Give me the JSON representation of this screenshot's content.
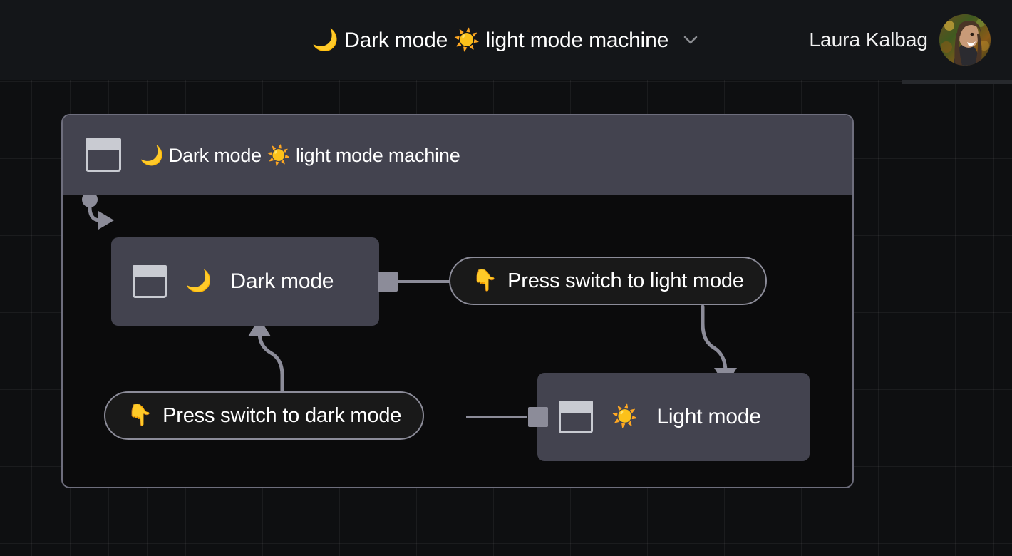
{
  "topbar": {
    "machine_title": "🌙 Dark mode ☀️ light mode machine",
    "dropdown_icon": "chevron-down-icon",
    "user_name": "Laura Kalbag",
    "avatar_alt": "Laura Kalbag avatar"
  },
  "right_panel": {
    "collapse_icon": "chevron-left-icon",
    "panel_icon": "document-list-icon"
  },
  "machine": {
    "header_title": "🌙 Dark mode ☀️ light mode machine",
    "header_icon": "state-node-icon"
  },
  "states": [
    {
      "id": "dark",
      "emoji": "🌙",
      "label": "Dark mode",
      "name": "Dark mode",
      "icon": "state-node-icon",
      "initial": true
    },
    {
      "id": "light",
      "emoji": "☀️",
      "label": "Light mode",
      "name": "Light mode",
      "icon": "state-node-icon",
      "initial": false
    }
  ],
  "transitions": [
    {
      "id": "to-light",
      "emoji": "👇",
      "label": "Press switch to light mode",
      "from": "Dark mode",
      "to": "Light mode"
    },
    {
      "id": "to-dark",
      "emoji": "👇",
      "label": "Press switch to dark mode",
      "from": "Light mode",
      "to": "Dark mode"
    }
  ],
  "colors": {
    "canvas_background": "#0e0f11",
    "topbar_background": "#141619",
    "node_fill": "#43434f",
    "node_border": "#6e6e7d",
    "pill_fill": "#191919",
    "pill_border": "#8c8c99",
    "edge_stroke": "#8c8c99",
    "text_primary": "#ffffff",
    "icon_stroke": "#c9cbd2",
    "panel_background": "#27292d"
  }
}
